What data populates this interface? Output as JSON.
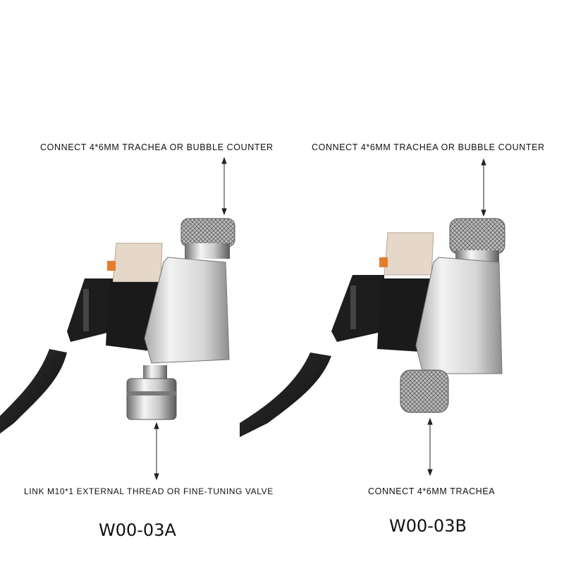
{
  "left": {
    "top_label": "CONNECT 4*6MM TRACHEA OR BUBBLE COUNTER",
    "bottom_label": "LINK M10*1 EXTERNAL THREAD OR FINE-TUNING VALVE",
    "model": "W00-03A"
  },
  "right": {
    "top_label": "CONNECT 4*6MM TRACHEA OR BUBBLE COUNTER",
    "bottom_label": "CONNECT 4*6MM TRACHEA",
    "model": "W00-03B"
  },
  "colors": {
    "background": "#ffffff",
    "metal": "#d9d9d9",
    "body_black": "#1a1a1a",
    "cable": "#222222",
    "connector_beige": "#e6d8c8",
    "accent_orange": "#e87b2a"
  }
}
